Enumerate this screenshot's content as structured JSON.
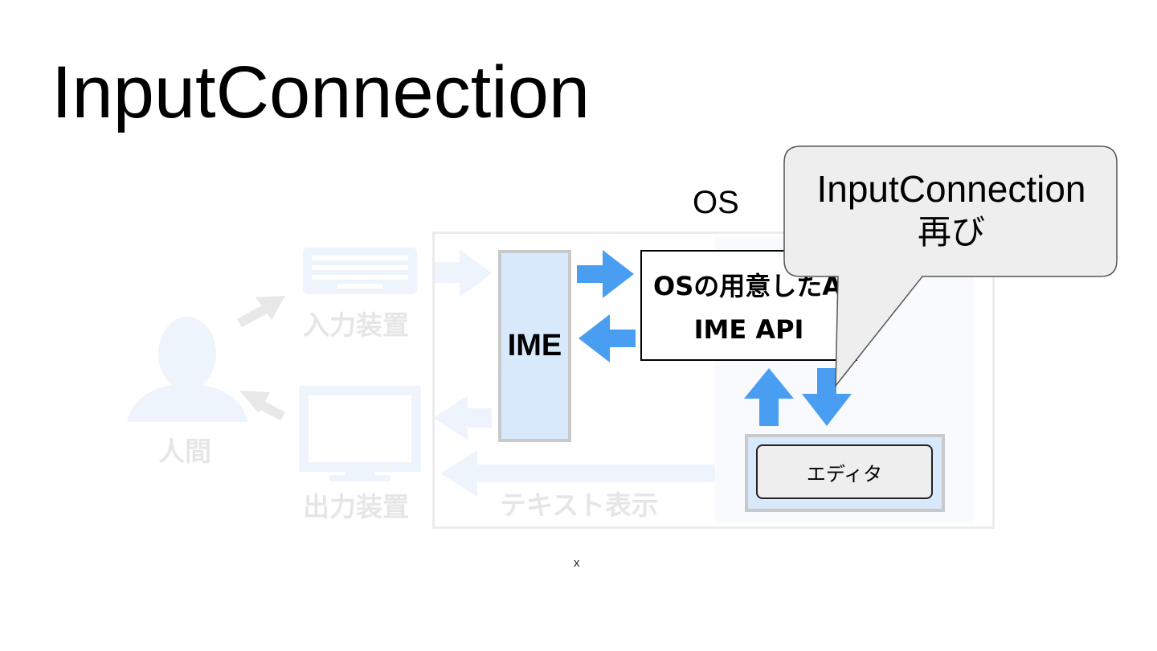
{
  "slide": {
    "title": "InputConnection",
    "footer": "x"
  },
  "diagram": {
    "human_label": "人間",
    "input_device_label": "入力装置",
    "output_device_label": "出力装置",
    "text_display_label": "テキスト表示",
    "os_label": "OS",
    "ime_label": "IME",
    "api_line1": "OSの用意したAPI",
    "api_line2": "IME API",
    "editor_label": "エディタ",
    "colors": {
      "accent_arrow": "#4a9ef2",
      "box_fill": "#d7e9fb",
      "faded": "#e6e6e6",
      "callout_fill": "#eeeeee"
    }
  },
  "callout": {
    "line1": "InputConnection",
    "line2": "再び"
  }
}
